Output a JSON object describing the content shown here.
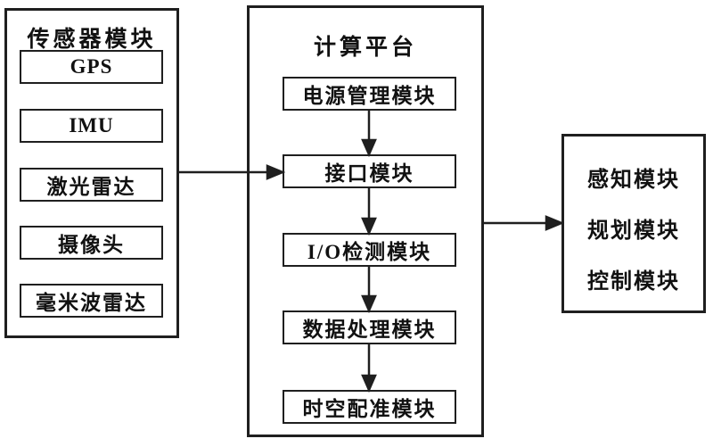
{
  "diagram": {
    "sensor_panel": {
      "title": "传感器模块",
      "items": [
        "GPS",
        "IMU",
        "激光雷达",
        "摄像头",
        "毫米波雷达"
      ]
    },
    "compute_panel": {
      "title": "计算平台",
      "items": [
        "电源管理模块",
        "接口模块",
        "I/O检测模块",
        "数据处理模块",
        "时空配准模块"
      ]
    },
    "output_panel": {
      "items": [
        "感知模块",
        "规划模块",
        "控制模块"
      ]
    },
    "colors": {
      "line": "#1f1f1f",
      "background": "#ffffff",
      "text": "#111111"
    }
  }
}
